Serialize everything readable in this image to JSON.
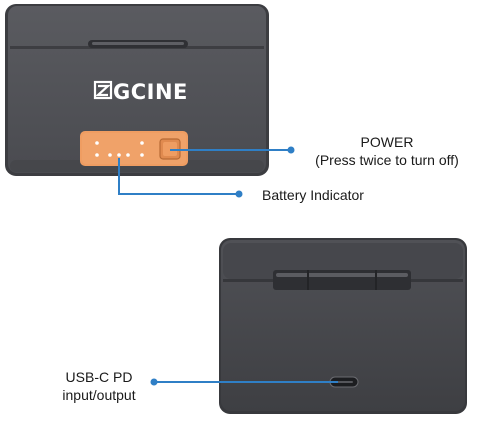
{
  "brand": {
    "name": "GCINE",
    "logo_icon": "zg-logo-icon"
  },
  "labels": {
    "power_title": "POWER",
    "power_note": "(Press twice to turn off)",
    "battery": "Battery Indicator",
    "usb_line1": "USB-C PD",
    "usb_line2": "input/output"
  },
  "colors": {
    "body": "#4b4c51",
    "body_dark": "#3a3b3f",
    "panel": "#ef9d62",
    "callout": "#2f7fc6",
    "led": "#ffffff"
  }
}
